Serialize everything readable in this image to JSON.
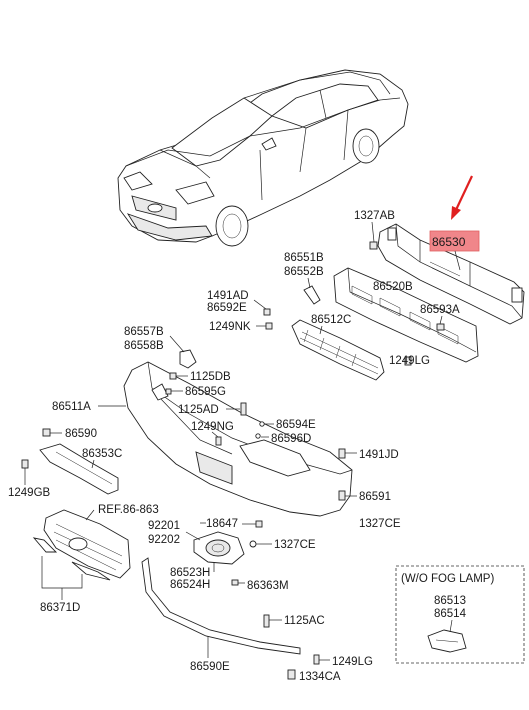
{
  "highlight": {
    "part": "86530",
    "color": "#f0868a",
    "arrow_color": "#e02020"
  },
  "labels": {
    "p1327AB": "1327AB",
    "p86530": "86530",
    "p86551B": "86551B",
    "p86552B": "86552B",
    "p86520B": "86520B",
    "p1491AD": "1491AD",
    "p86592E": "86592E",
    "p86593A": "86593A",
    "p1249NK": "1249NK",
    "p86512C": "86512C",
    "p86557B": "86557B",
    "p86558B": "86558B",
    "p1249LG_a": "1249LG",
    "p1125DB": "1125DB",
    "p86595G": "86595G",
    "p86511A": "86511A",
    "p1125AD": "1125AD",
    "p86594E": "86594E",
    "p1249NG": "1249NG",
    "p86596D": "86596D",
    "p86590": "86590",
    "p86353C": "86353C",
    "p1491JD": "1491JD",
    "p1249GB": "1249GB",
    "p86591": "86591",
    "pREF": "REF.86-863",
    "p1327CE_a": "1327CE",
    "p92201": "92201",
    "p18647": "18647",
    "p92202": "92202",
    "p1327CE_b": "1327CE",
    "p86523H": "86523H",
    "p86524H": "86524H",
    "p86363M": "86363M",
    "p86371D": "86371D",
    "p1125AC": "1125AC",
    "p86590E": "86590E",
    "p1249LG_b": "1249LG",
    "p1334CA": "1334CA",
    "fogbox_title": "(W/O FOG LAMP)",
    "p86513": "86513",
    "p86514": "86514"
  }
}
